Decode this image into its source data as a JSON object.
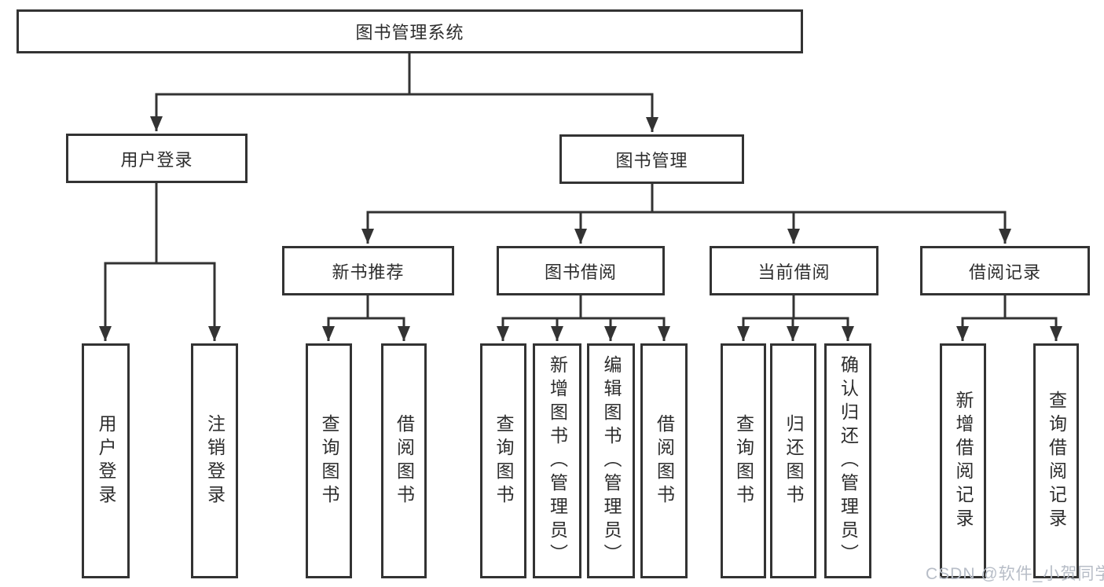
{
  "root": {
    "label": "图书管理系统"
  },
  "branches": {
    "user_login": {
      "label": "用户登录"
    },
    "book_mgmt": {
      "label": "图书管理"
    }
  },
  "modules": [
    {
      "label": "新书推荐"
    },
    {
      "label": "图书借阅"
    },
    {
      "label": "当前借阅"
    },
    {
      "label": "借阅记录"
    }
  ],
  "leaves": {
    "user_login": [
      {
        "label": "用户登录"
      },
      {
        "label": "注销登录"
      }
    ],
    "new_books": [
      {
        "label": "查询图书"
      },
      {
        "label": "借阅图书"
      }
    ],
    "book_borrow": [
      {
        "label": "查询图书"
      },
      {
        "label": "新增图书（管理员）"
      },
      {
        "label": "编辑图书（管理员）"
      },
      {
        "label": "借阅图书"
      }
    ],
    "current_borrow": [
      {
        "label": "查询图书"
      },
      {
        "label": "归还图书"
      },
      {
        "label": "确认归还（管理员）"
      }
    ],
    "borrow_records": [
      {
        "label": "新增借阅记录"
      },
      {
        "label": "查询借阅记录"
      }
    ]
  },
  "watermark": {
    "text": "CSDN @软件_小贺同学"
  },
  "colors": {
    "line": "#333333",
    "text": "#2d2d2d",
    "watermark": "#b7bdc7",
    "background": "#ffffff"
  }
}
